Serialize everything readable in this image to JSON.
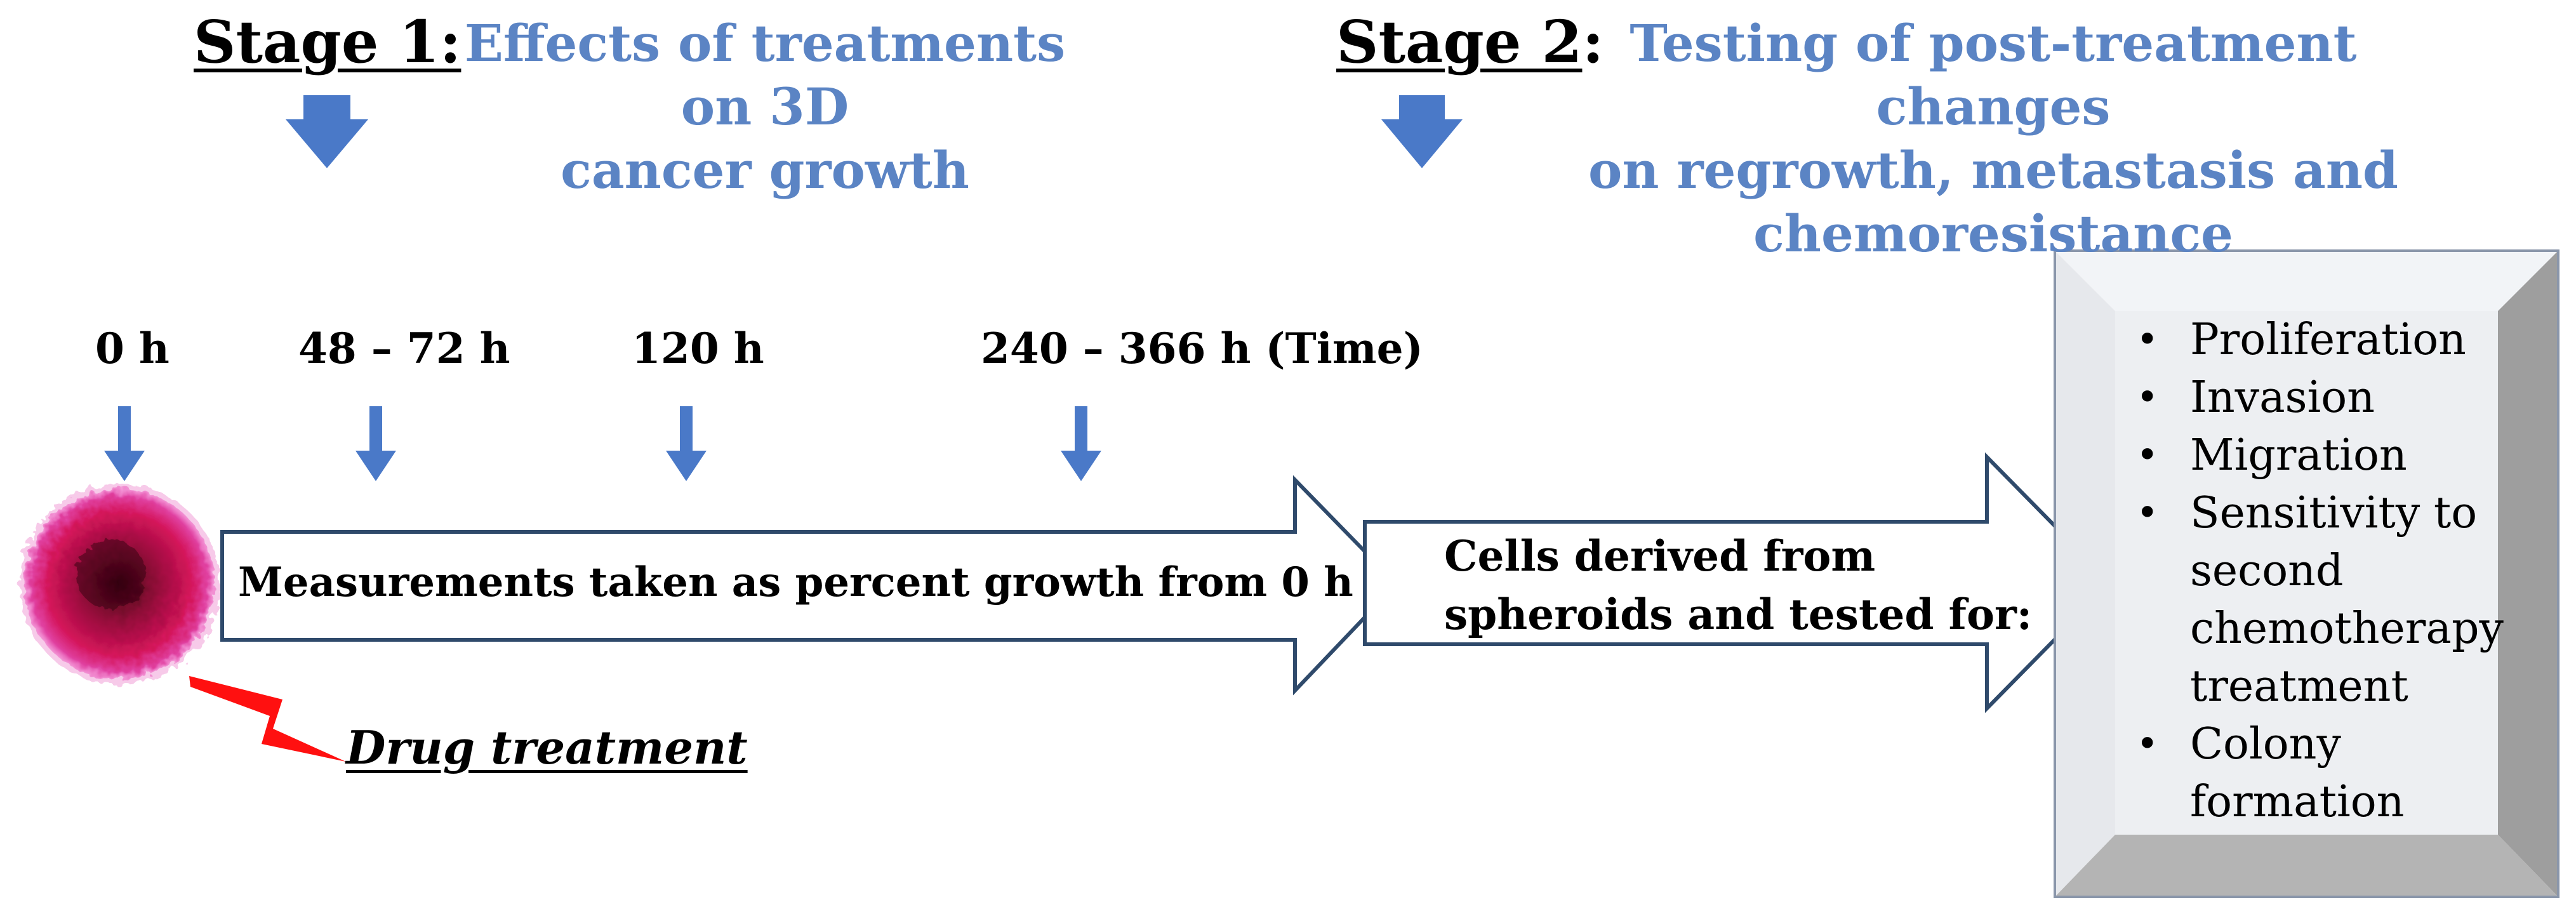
{
  "colors": {
    "accent_blue": "#5B84C4",
    "arrow_blue": "#4A79C8",
    "arrow_outline": "#2F4A6B",
    "bolt_red": "#FF1010",
    "spheroid": "#C2185B",
    "box_bevel": "#A9A9A9",
    "box_face": "#EDEFF2"
  },
  "icons": [
    "down-arrow-icon",
    "lightning-bolt-icon",
    "spheroid-image",
    "block-arrow-icon"
  ],
  "stage1": {
    "label": "Stage 1:",
    "description_lines": [
      "Effects of treatments on 3D",
      "cancer growth"
    ]
  },
  "stage2": {
    "label": "Stage 2",
    "colon": ":",
    "description_lines": [
      "Testing of post-treatment changes",
      "on regrowth,  metastasis and",
      "chemoresistance"
    ]
  },
  "timepoints": [
    {
      "label": "0 h"
    },
    {
      "label": "48 – 72 h"
    },
    {
      "label": "120 h"
    },
    {
      "label": "240 – 366 h  (Time)"
    }
  ],
  "arrow1_text": "Measurements taken as percent growth from 0 h",
  "arrow2_text_lines": [
    "Cells derived from",
    "spheroids and tested for:"
  ],
  "drug_label": "Drug treatment",
  "tests": [
    {
      "lines": [
        "Proliferation"
      ]
    },
    {
      "lines": [
        "Invasion"
      ]
    },
    {
      "lines": [
        "Migration"
      ]
    },
    {
      "lines": [
        "Sensitivity to",
        "second",
        "chemotherapy",
        "treatment"
      ]
    },
    {
      "lines": [
        "Colony",
        "formation"
      ]
    }
  ],
  "bullet_char": "•"
}
